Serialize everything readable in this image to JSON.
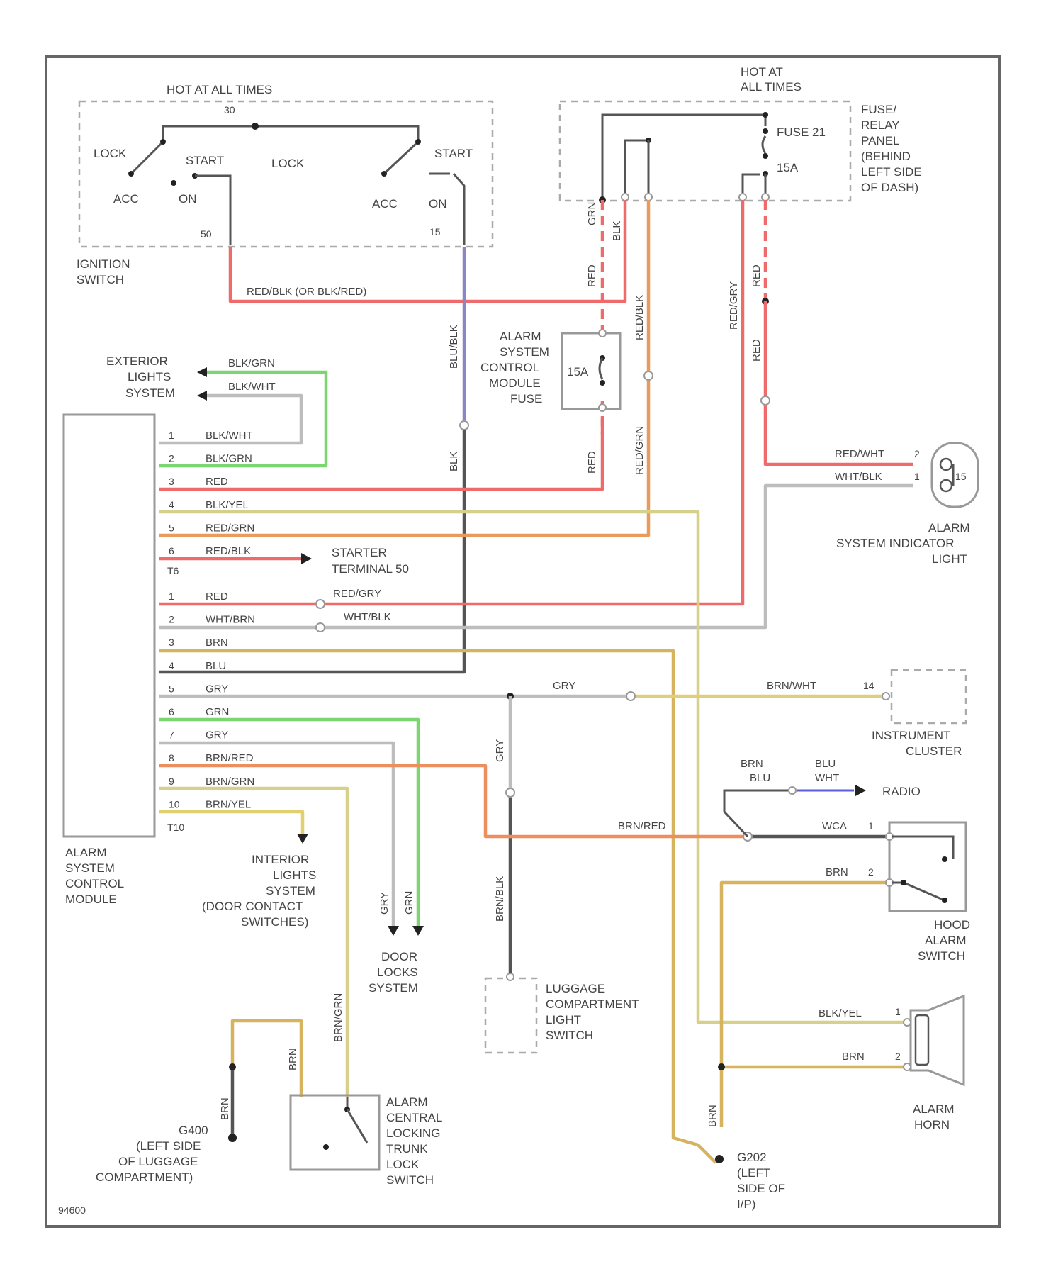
{
  "colors": {
    "red": "#ef6a6a",
    "green": "#7bd66f",
    "yellow": "#e0cf7a",
    "orange": "#eb8f5e",
    "tan": "#d6b35e",
    "purple": "#8a86c4",
    "grey": "#bdbdbd",
    "dark": "#555555",
    "blue": "#5b5ee0"
  },
  "labels": {
    "hot_left": "HOT AT ALL TIMES",
    "hot_right_1": "HOT AT",
    "hot_right_2": "ALL TIMES",
    "fuse_panel": [
      "FUSE/",
      "RELAY",
      "PANEL",
      "(BEHIND",
      "LEFT SIDE",
      "OF DASH)"
    ],
    "fuse_21": "FUSE 21",
    "fuse_15a": "15A",
    "ign_lock_1": "LOCK",
    "ign_start_1": "START",
    "ign_lock_2": "LOCK",
    "ign_start_2": "START",
    "ign_acc_1": "ACC",
    "ign_on_1": "ON",
    "ign_acc_2": "ACC",
    "ign_on_2": "ON",
    "ign_pin_50": "50",
    "ign_pin_15": "15",
    "ign_pin_30": "30",
    "ign_switch": [
      "IGNITION",
      "SWITCH"
    ],
    "alarm_fuse": [
      "ALARM",
      "SYSTEM",
      "CONTROL",
      "MODULE",
      "FUSE"
    ],
    "alarm_fuse_amp": "15A",
    "exterior": [
      "EXTERIOR",
      "LIGHTS",
      "SYSTEM"
    ],
    "starter": [
      "STARTER",
      "TERMINAL 50"
    ],
    "indicator": [
      "ALARM",
      "SYSTEM INDICATOR",
      "LIGHT"
    ],
    "instrument": [
      "INSTRUMENT",
      "CLUSTER"
    ],
    "radio": "RADIO",
    "hood": [
      "HOOD",
      "ALARM",
      "SWITCH"
    ],
    "horn": [
      "ALARM",
      "HORN"
    ],
    "ground_g2": [
      "G202",
      "(LEFT",
      "SIDE OF",
      "I/P)"
    ],
    "ground_g4": [
      "G400",
      "(LEFT SIDE",
      "OF LUGGAGE",
      "COMPARTMENT)"
    ],
    "trunk": [
      "ALARM",
      "CENTRAL",
      "LOCKING",
      "TRUNK",
      "LOCK",
      "SWITCH"
    ],
    "luggage": [
      "LUGGAGE",
      "COMPARTMENT",
      "LIGHT",
      "SWITCH"
    ],
    "door": [
      "DOOR",
      "LOCKS",
      "SYSTEM"
    ],
    "interior": [
      "INTERIOR",
      "LIGHTS",
      "SYSTEM",
      "(DOOR CONTACT",
      "SWITCHES)"
    ],
    "module": [
      "ALARM",
      "SYSTEM",
      "CONTROL",
      "MODULE"
    ],
    "conn_t6": "T6",
    "conn_t10": "T10",
    "diagram_id": "94600"
  },
  "wires": {
    "ign_red_blk": "RED/BLK (OR BLK/RED)",
    "blu_blk": "BLU/BLK",
    "blk": "BLK",
    "red_top_left": "RED",
    "red_mod": "RED",
    "blk_top": "BLK",
    "red_blk_top": "RED/BLK",
    "red_grn": "RED/GRN",
    "grn_top": "GRN",
    "red_gry_v": "RED/GRY",
    "red_top_right": "RED",
    "red_lower_right": "RED",
    "red_wht": "RED/WHT",
    "wht_blk": "WHT/BLK",
    "blk_grn_ext": "BLK/GRN",
    "blk_wht_ext": "BLK/WHT",
    "red_gry_h": "RED/GRY",
    "wht_blk_h": "WHT/BLK",
    "gry_h": "GRY",
    "brn_wht": "BRN/WHT",
    "pin_14": "14",
    "gry_v": "GRY",
    "brn_blk_v": "BRN/BLK",
    "brn_red_h": "BRN/RED",
    "brn_blu": "BRN\nBLU",
    "blu_wht": "BLU\nWHT",
    "brn_blu_1": "BRN",
    "brn_blu_2": "BLU",
    "blu_wht_1": "BLU",
    "blu_wht_2": "WHT",
    "wca": "WCA",
    "brn_hood": "BRN",
    "blk_yel_horn": "BLK/YEL",
    "brn_horn": "BRN",
    "brn_g2": "BRN",
    "gry_door": "GRY",
    "grn_door": "GRN",
    "brn_grn_v": "BRN/GRN",
    "brn_g4a": "BRN",
    "brn_g4b": "BRN"
  },
  "module_pins_t6": [
    {
      "pin": "1",
      "wire": "BLK/WHT"
    },
    {
      "pin": "2",
      "wire": "BLK/GRN"
    },
    {
      "pin": "3",
      "wire": "RED"
    },
    {
      "pin": "4",
      "wire": "BLK/YEL"
    },
    {
      "pin": "5",
      "wire": "RED/GRN"
    },
    {
      "pin": "6",
      "wire": "RED/BLK"
    }
  ],
  "module_pins_t10": [
    {
      "pin": "1",
      "wire": "RED"
    },
    {
      "pin": "2",
      "wire": "WHT/BRN"
    },
    {
      "pin": "3",
      "wire": "BRN"
    },
    {
      "pin": "4",
      "wire": "BLU"
    },
    {
      "pin": "5",
      "wire": "GRY"
    },
    {
      "pin": "6",
      "wire": "GRN"
    },
    {
      "pin": "7",
      "wire": "GRY"
    },
    {
      "pin": "8",
      "wire": "BRN/RED"
    },
    {
      "pin": "9",
      "wire": "BRN/GRN"
    },
    {
      "pin": "10",
      "wire": "BRN/YEL"
    }
  ],
  "connector_pins": {
    "ind_2": "2",
    "ind_1": "1",
    "ind_15": "15",
    "hood_1": "1",
    "hood_2": "2",
    "horn_1": "1",
    "horn_2": "2"
  }
}
